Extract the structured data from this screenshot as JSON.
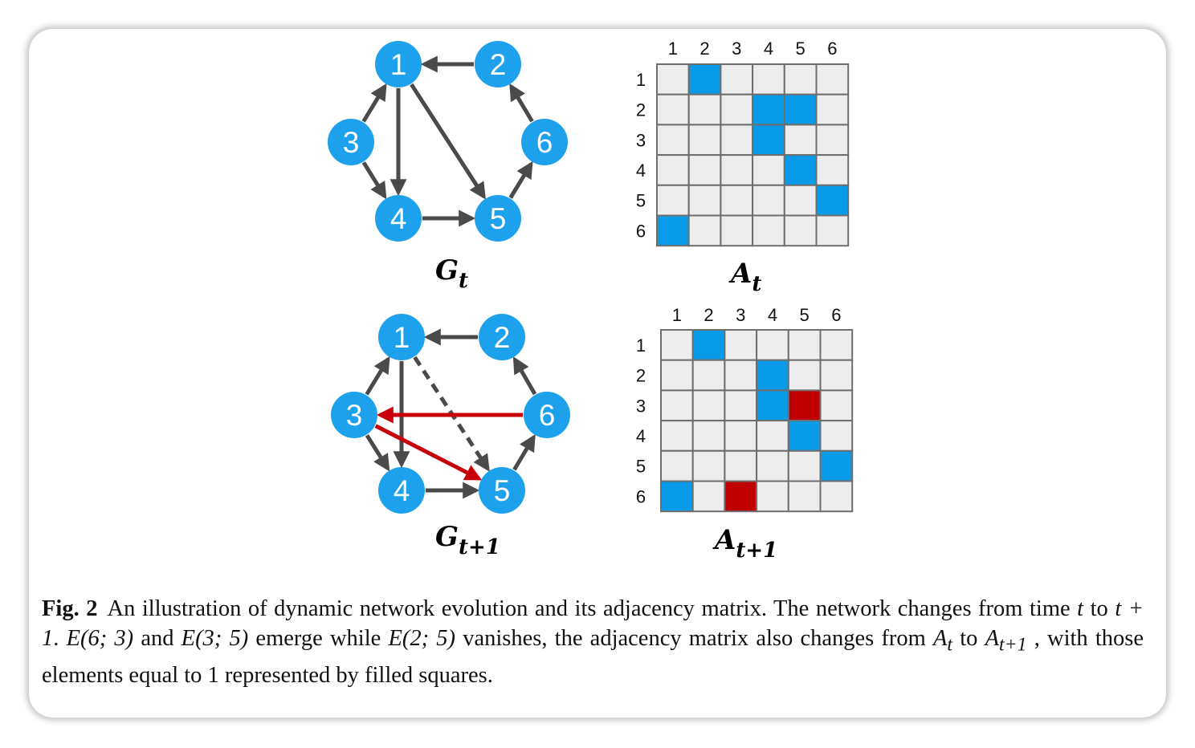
{
  "colors": {
    "node": "#1ea1ec",
    "edge": "#4a4a4a",
    "new_edge": "#c8000a",
    "cell": "#ededed",
    "cell_border": "#6e6e6e",
    "filled_cell": "#0a9be8",
    "new_filled_cell": "#c00000"
  },
  "panels": [
    {
      "graph_title": {
        "base": "G",
        "sub": "t"
      },
      "matrix_title": {
        "base": "A",
        "sub": "t"
      },
      "nodes": [
        "1",
        "2",
        "3",
        "4",
        "5",
        "6"
      ],
      "edges": [
        {
          "from": "2",
          "to": "1",
          "style": "solid"
        },
        {
          "from": "3",
          "to": "1",
          "style": "solid"
        },
        {
          "from": "1",
          "to": "4",
          "style": "solid"
        },
        {
          "from": "1",
          "to": "5",
          "style": "solid"
        },
        {
          "from": "3",
          "to": "4",
          "style": "solid"
        },
        {
          "from": "4",
          "to": "5",
          "style": "solid"
        },
        {
          "from": "5",
          "to": "6",
          "style": "solid"
        },
        {
          "from": "6",
          "to": "2",
          "style": "solid"
        }
      ],
      "matrix": {
        "labels": [
          "1",
          "2",
          "3",
          "4",
          "5",
          "6"
        ],
        "filled": [
          [
            1,
            2
          ],
          [
            2,
            4
          ],
          [
            2,
            5
          ],
          [
            3,
            4
          ],
          [
            4,
            5
          ],
          [
            5,
            6
          ],
          [
            6,
            1
          ]
        ],
        "new_filled": []
      }
    },
    {
      "graph_title": {
        "base": "G",
        "sub": "t+1"
      },
      "matrix_title": {
        "base": "A",
        "sub": "t+1"
      },
      "nodes": [
        "1",
        "2",
        "3",
        "4",
        "5",
        "6"
      ],
      "edges": [
        {
          "from": "2",
          "to": "1",
          "style": "solid"
        },
        {
          "from": "3",
          "to": "1",
          "style": "solid"
        },
        {
          "from": "1",
          "to": "4",
          "style": "solid"
        },
        {
          "from": "1",
          "to": "5",
          "style": "dashed"
        },
        {
          "from": "3",
          "to": "4",
          "style": "solid"
        },
        {
          "from": "4",
          "to": "5",
          "style": "solid"
        },
        {
          "from": "5",
          "to": "6",
          "style": "solid"
        },
        {
          "from": "6",
          "to": "2",
          "style": "solid"
        },
        {
          "from": "6",
          "to": "3",
          "style": "new"
        },
        {
          "from": "3",
          "to": "5",
          "style": "new"
        }
      ],
      "matrix": {
        "labels": [
          "1",
          "2",
          "3",
          "4",
          "5",
          "6"
        ],
        "filled": [
          [
            1,
            2
          ],
          [
            2,
            4
          ],
          [
            3,
            4
          ],
          [
            4,
            5
          ],
          [
            5,
            6
          ],
          [
            6,
            1
          ]
        ],
        "new_filled": [
          [
            3,
            5
          ],
          [
            6,
            3
          ]
        ]
      }
    }
  ],
  "caption": {
    "label": "Fig. 2",
    "text_1": "An illustration of dynamic network evolution and its adjacency matrix. The network changes from time ",
    "t": "t",
    "text_2": " to ",
    "t_plus_1": "t + 1",
    "text_3": ". ",
    "e63": "E(6; 3)",
    "text_4": " and ",
    "e35": "E(3; 5)",
    "text_5": " emerge while ",
    "e25": "E(2; 5)",
    "text_6": " vanishes, the adjacency matrix also changes from ",
    "a_t": "A",
    "a_t_sub": "t",
    "text_7": " to ",
    "a_t1": "A",
    "a_t1_sub": "t+1",
    "text_8": " , with those elements equal to 1 represented by filled squares."
  }
}
